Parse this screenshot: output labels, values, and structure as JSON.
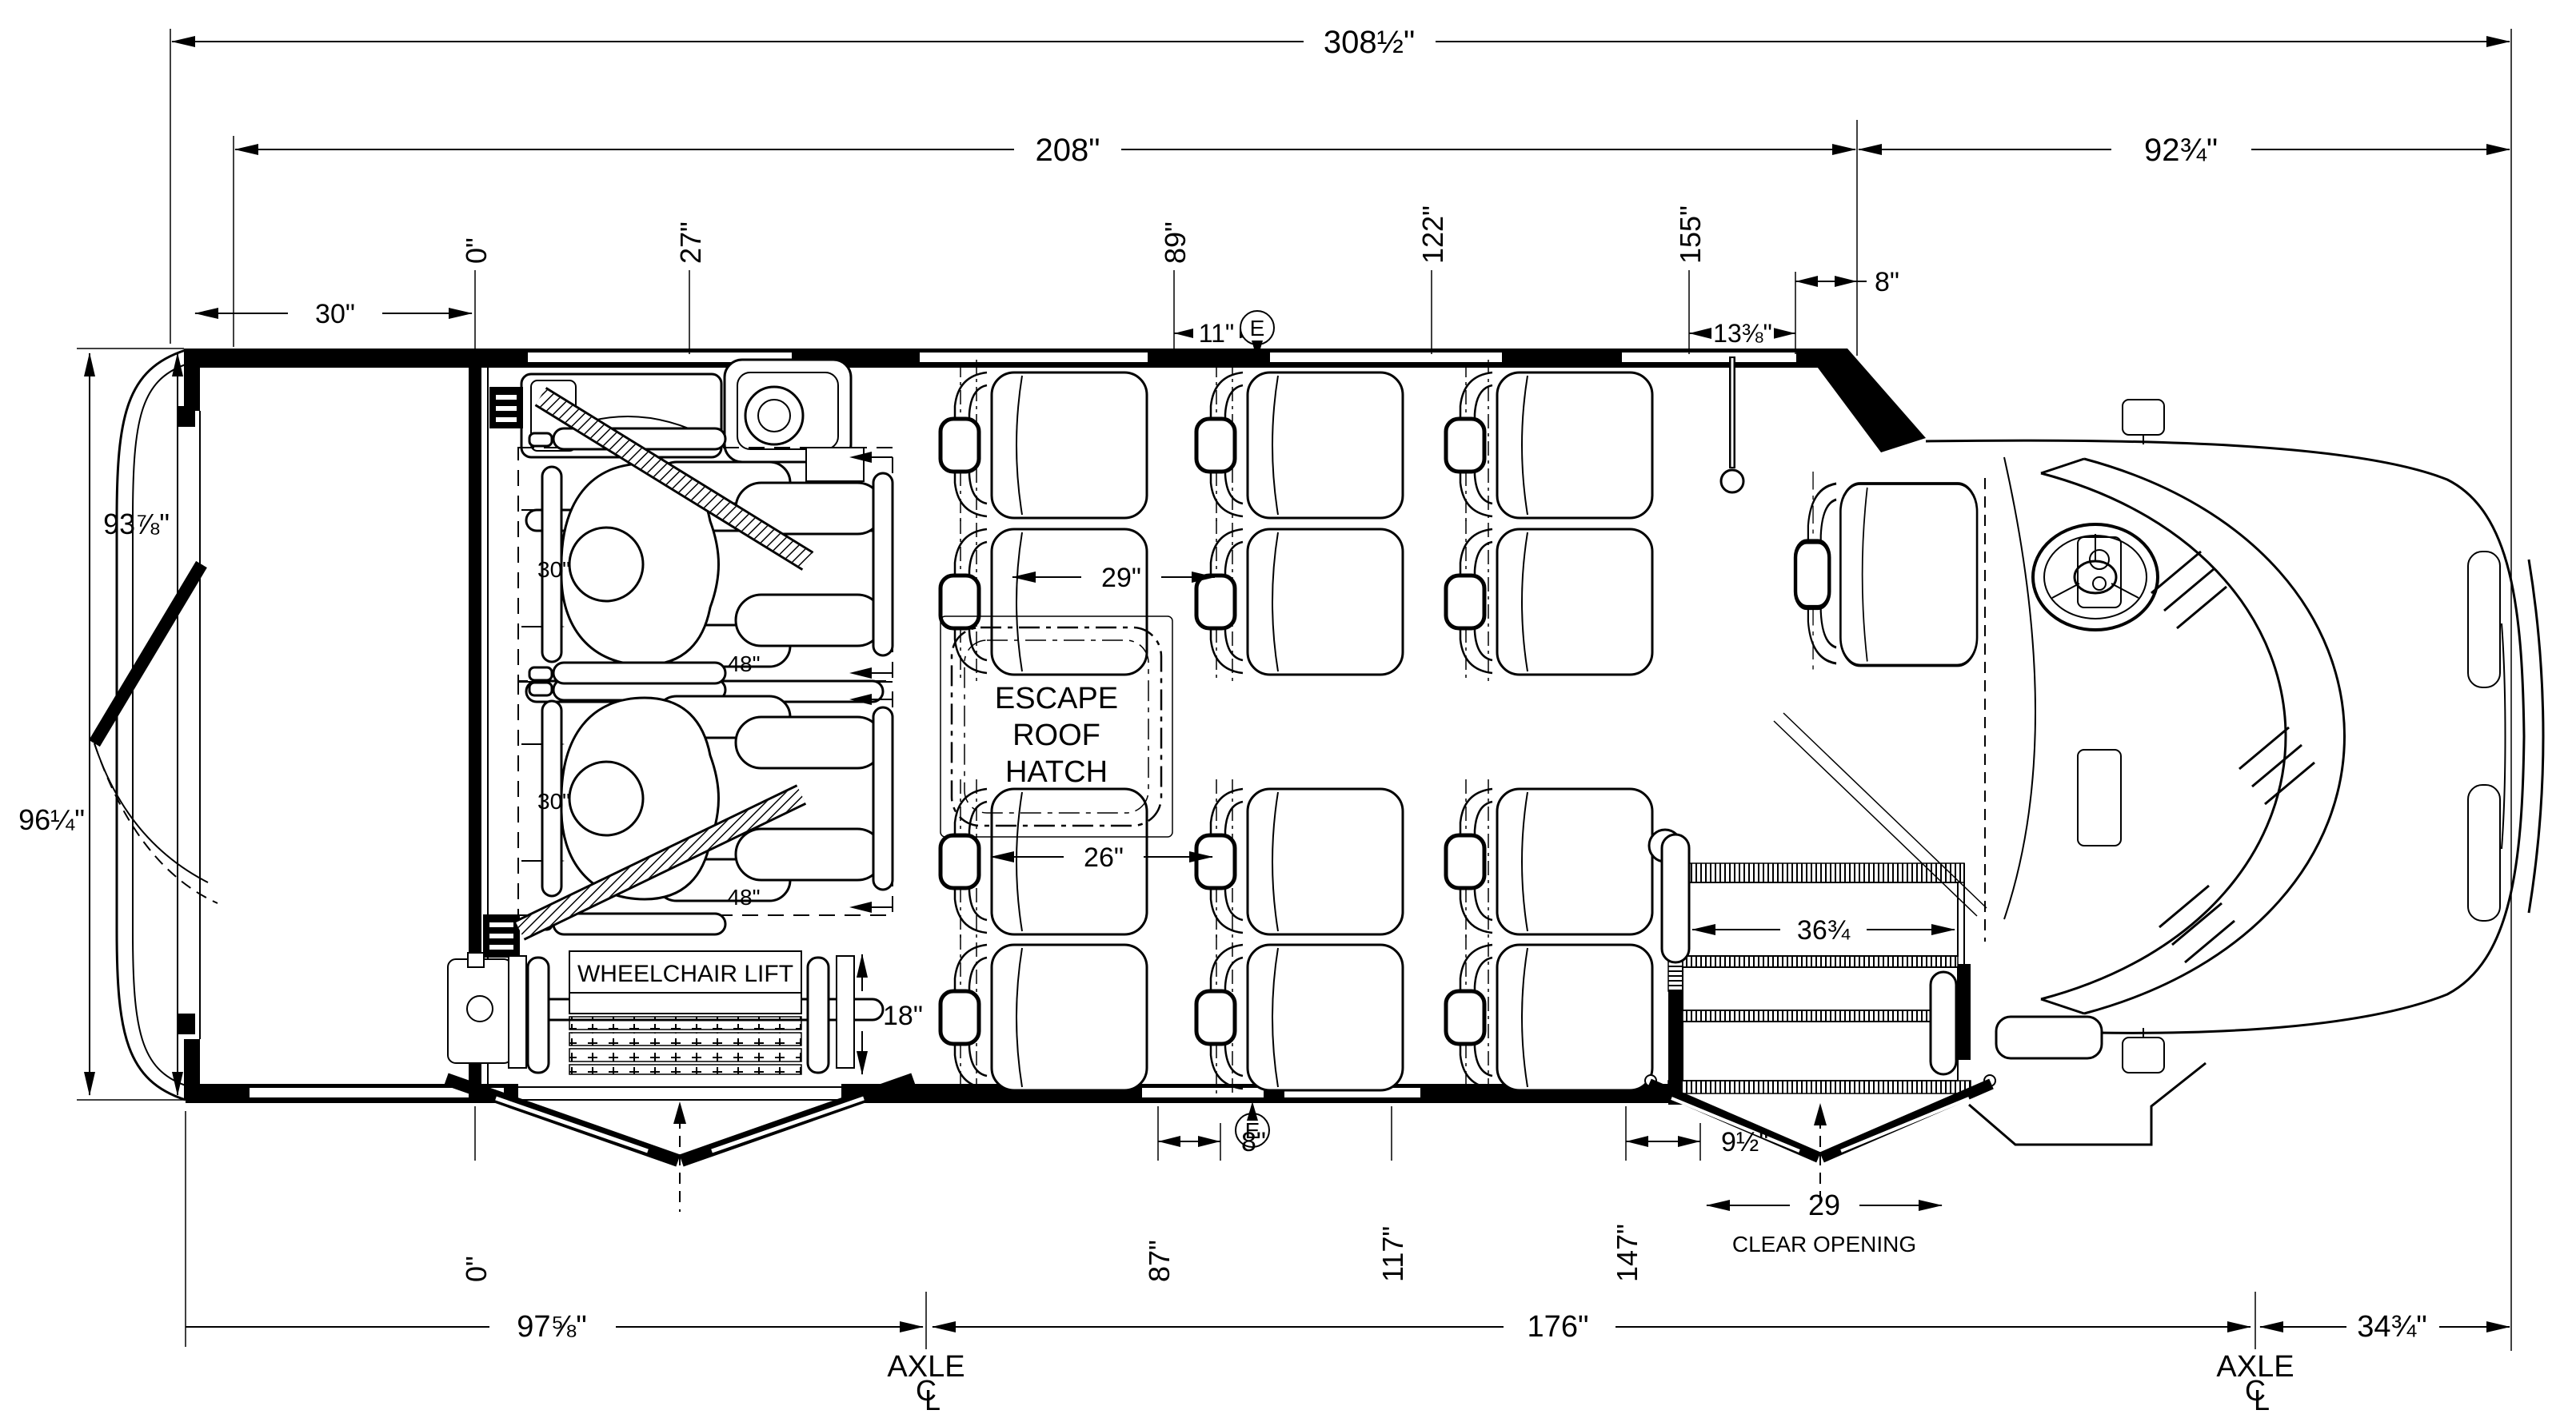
{
  "dims": {
    "overall_length": "308½\"",
    "body_length": "208\"",
    "cowl_to_front": "92¾\"",
    "rear_overhang": "30\"",
    "window_spacing": "11\"",
    "exit_window": "13⅜\"",
    "cowl_offset": "8\"",
    "body_width": "93⅞\"",
    "overall_width": "96¼\"",
    "seat_back_spacing": "29\"",
    "seat_spacing_rear": "26\"",
    "aisle_seat_offset": "8\"",
    "door_post_offset": "9½\"",
    "door_clear_width": "29",
    "door_clear_label": "CLEAR OPENING",
    "step_width": "36¾",
    "lift_platform_depth": "18\"",
    "wc_space_width": "48\"",
    "wc_space_depth": "30\"",
    "rear_to_axle": "97⅝\"",
    "wheelbase": "176\"",
    "axle_to_front": "34¾\""
  },
  "stations_top": [
    "0\"",
    "27\"",
    "89\"",
    "122\"",
    "155\""
  ],
  "stations_bottom": [
    "0\"",
    "87\"",
    "117\"",
    "147\""
  ],
  "labels": {
    "escape_hatch": [
      "ESCAPE",
      "ROOF",
      "HATCH"
    ],
    "wheelchair_lift": "WHEELCHAIR LIFT",
    "axle": "AXLE",
    "centerline_c": "C",
    "centerline_l": "L",
    "exit_marker": "E"
  }
}
